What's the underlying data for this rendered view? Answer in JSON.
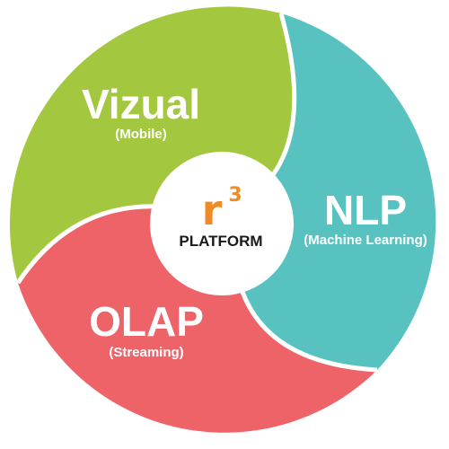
{
  "diagram": {
    "segments": [
      {
        "name": "vizual",
        "title": "Vizual",
        "subtitle": "(Mobile)",
        "color": "#a3c73e"
      },
      {
        "name": "nlp",
        "title": "NLP",
        "subtitle": "(Machine Learning)",
        "color": "#57c2bf"
      },
      {
        "name": "olap",
        "title": "OLAP",
        "subtitle": "(Streaming)",
        "color": "#ed6368"
      }
    ],
    "center": {
      "logo_letter": "r",
      "logo_superscript": "3",
      "label": "PLATFORM",
      "logo_color": "#f08a24",
      "label_color": "#1a1a1a"
    }
  }
}
